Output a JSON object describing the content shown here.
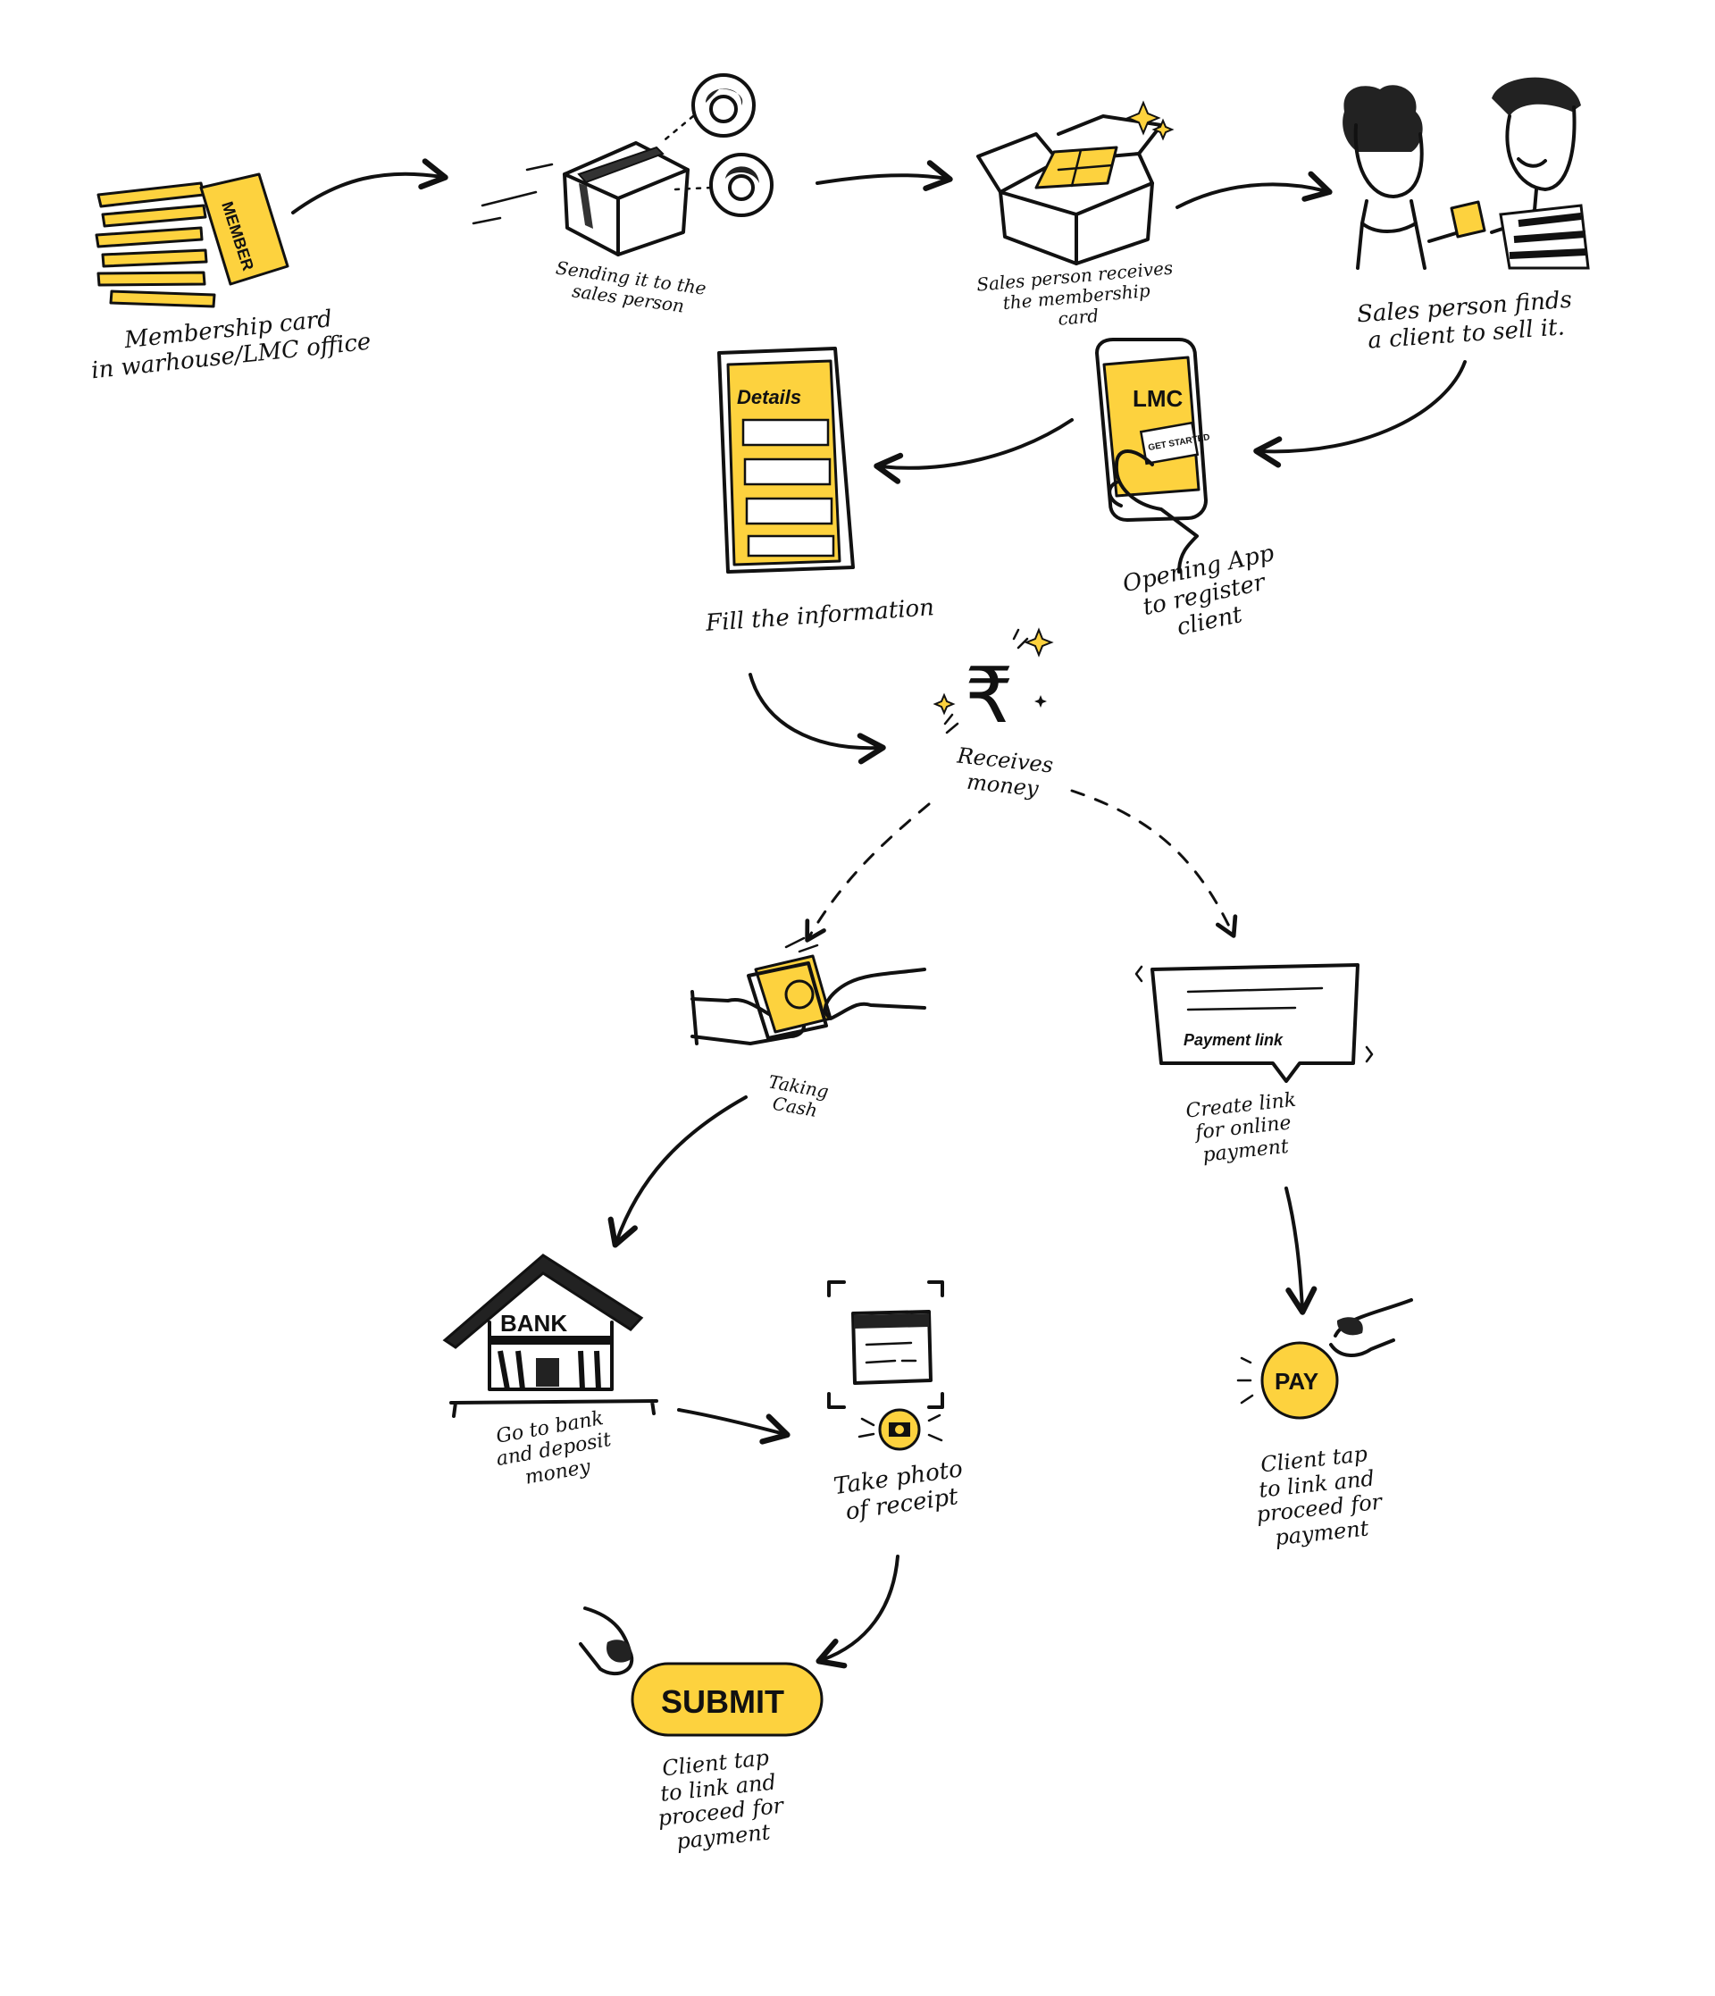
{
  "colors": {
    "accent": "#FDD23E",
    "ink": "#111111",
    "background": "#ffffff"
  },
  "steps": {
    "warehouse": {
      "label_lines": [
        "Membership card",
        "in warhouse/LMC office"
      ],
      "card_text": "MEMBER",
      "icon": "card-stack-icon"
    },
    "sending": {
      "label_lines": [
        "Sending it to the",
        "sales person"
      ],
      "icon": "box-icon"
    },
    "receives_card": {
      "label_lines": [
        "Sales person receives",
        "the membership",
        "card"
      ],
      "icon": "open-box-icon"
    },
    "finds_client": {
      "label_lines": [
        "Sales person finds",
        "a client to sell it."
      ],
      "icon": "people-icon"
    },
    "opening_app": {
      "label_lines": [
        "Opening App",
        "to register",
        "client"
      ],
      "app_title": "LMC",
      "app_button": "GET STARTED",
      "icon": "phone-icon"
    },
    "fill_info": {
      "label_lines": [
        "Fill the information"
      ],
      "form_title": "Details",
      "icon": "form-icon"
    },
    "receives_money": {
      "label_lines": [
        "Receives",
        "money"
      ],
      "symbol": "₹",
      "icon": "rupee-icon"
    },
    "taking_cash": {
      "label_lines": [
        "Taking",
        "Cash"
      ],
      "icon": "cash-hand-icon"
    },
    "payment_link": {
      "label_lines": [
        "Create link",
        "for online",
        "payment"
      ],
      "bubble_text": "Payment link",
      "icon": "speech-bubble-icon"
    },
    "bank": {
      "label_lines": [
        "Go to bank",
        "and deposit",
        "money"
      ],
      "sign": "BANK",
      "icon": "bank-icon"
    },
    "photo": {
      "label_lines": [
        "Take photo",
        "of receipt"
      ],
      "icon": "camera-icon"
    },
    "pay": {
      "label_lines": [
        "Client tap",
        "to link and",
        "proceed for",
        "payment"
      ],
      "button_text": "PAY",
      "icon": "pay-button-icon"
    },
    "submit": {
      "label_lines": [
        "Client tap",
        "to link and",
        "proceed for",
        "payment"
      ],
      "button_text": "SUBMIT",
      "icon": "submit-button-icon"
    }
  }
}
